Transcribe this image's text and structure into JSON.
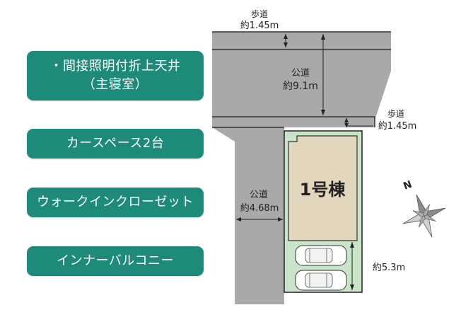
{
  "features": [
    {
      "lines": [
        "・間接照明付折上天井",
        "（主寝室）"
      ]
    },
    {
      "lines": [
        "カースペース2台"
      ]
    },
    {
      "lines": [
        "ウォークインクローゼット"
      ]
    },
    {
      "lines": [
        "インナーバルコニー"
      ]
    }
  ],
  "plan": {
    "sidewalk_top_label": "歩道",
    "sidewalk_top_width": "約1.45m",
    "road_top_label": "公道",
    "road_top_width": "約9.1m",
    "sidewalk_right_label": "歩道",
    "sidewalk_right_width": "約1.45m",
    "road_left_label": "公道",
    "road_left_width": "約4.68m",
    "building_label": "1号棟",
    "parking_length": "約5.3m",
    "compass_label": "N"
  }
}
